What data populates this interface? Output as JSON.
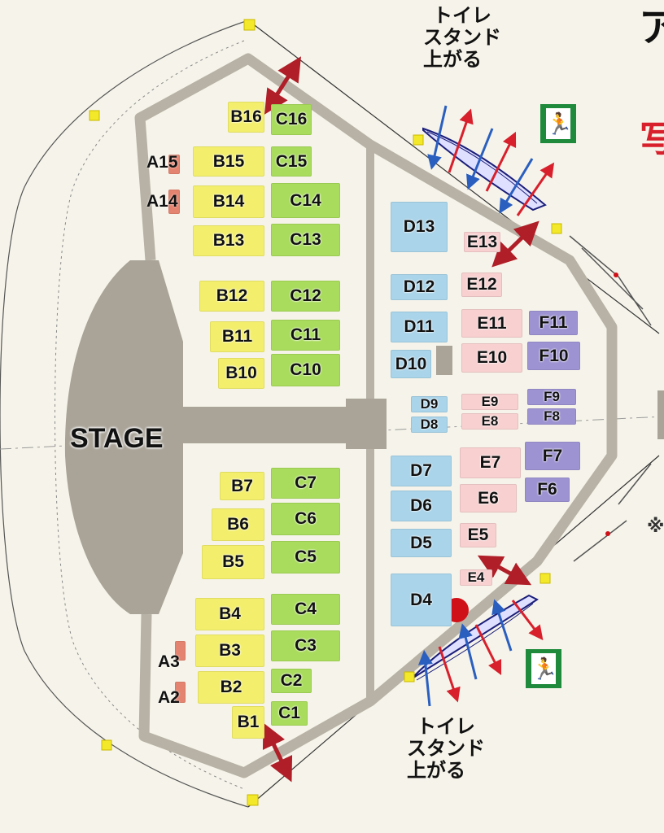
{
  "stage": {
    "label": "STAGE"
  },
  "signs": {
    "top": {
      "line1": "トイレ",
      "line2": "スタンド",
      "line3": "上がる"
    },
    "bottom": {
      "line1": "トイレ",
      "line2": "スタンド",
      "line3": "上がる"
    }
  },
  "edge_text": {
    "top_right": "ア",
    "red_char": "写",
    "note_mark": "※"
  },
  "icons": [
    "exit-sign-icon",
    "double-arrow-icon",
    "up-arrow-icon",
    "down-arrow-icon",
    "marker-square-icon",
    "red-dot-icon"
  ],
  "colors": {
    "A": "#e48470",
    "B": "#f3ef6c",
    "C": "#a9dc5c",
    "D": "#a9d4ea",
    "E": "#f8d0d0",
    "F": "#9d93d2",
    "wall": "#b8b2a6",
    "exit": "#1f8a3c",
    "arrow_red": "#d8202c",
    "arrow_blue": "#2a5fc0",
    "marker": "#f3e92a"
  },
  "sections": [
    {
      "label": "A15",
      "block": "A"
    },
    {
      "label": "A14",
      "block": "A"
    },
    {
      "label": "A3",
      "block": "A"
    },
    {
      "label": "A2",
      "block": "A"
    },
    {
      "label": "B16",
      "block": "B"
    },
    {
      "label": "B15",
      "block": "B"
    },
    {
      "label": "B14",
      "block": "B"
    },
    {
      "label": "B13",
      "block": "B"
    },
    {
      "label": "B12",
      "block": "B"
    },
    {
      "label": "B11",
      "block": "B"
    },
    {
      "label": "B10",
      "block": "B"
    },
    {
      "label": "B7",
      "block": "B"
    },
    {
      "label": "B6",
      "block": "B"
    },
    {
      "label": "B5",
      "block": "B"
    },
    {
      "label": "B4",
      "block": "B"
    },
    {
      "label": "B3",
      "block": "B"
    },
    {
      "label": "B2",
      "block": "B"
    },
    {
      "label": "B1",
      "block": "B"
    },
    {
      "label": "C16",
      "block": "C"
    },
    {
      "label": "C15",
      "block": "C"
    },
    {
      "label": "C14",
      "block": "C"
    },
    {
      "label": "C13",
      "block": "C"
    },
    {
      "label": "C12",
      "block": "C"
    },
    {
      "label": "C11",
      "block": "C"
    },
    {
      "label": "C10",
      "block": "C"
    },
    {
      "label": "C7",
      "block": "C"
    },
    {
      "label": "C6",
      "block": "C"
    },
    {
      "label": "C5",
      "block": "C"
    },
    {
      "label": "C4",
      "block": "C"
    },
    {
      "label": "C3",
      "block": "C"
    },
    {
      "label": "C2",
      "block": "C"
    },
    {
      "label": "C1",
      "block": "C"
    },
    {
      "label": "D13",
      "block": "D"
    },
    {
      "label": "D12",
      "block": "D"
    },
    {
      "label": "D11",
      "block": "D"
    },
    {
      "label": "D10",
      "block": "D"
    },
    {
      "label": "D9",
      "block": "D"
    },
    {
      "label": "D8",
      "block": "D"
    },
    {
      "label": "D7",
      "block": "D"
    },
    {
      "label": "D6",
      "block": "D"
    },
    {
      "label": "D5",
      "block": "D"
    },
    {
      "label": "D4",
      "block": "D"
    },
    {
      "label": "E13",
      "block": "E"
    },
    {
      "label": "E12",
      "block": "E"
    },
    {
      "label": "E11",
      "block": "E"
    },
    {
      "label": "E10",
      "block": "E"
    },
    {
      "label": "E9",
      "block": "E"
    },
    {
      "label": "E8",
      "block": "E"
    },
    {
      "label": "E7",
      "block": "E"
    },
    {
      "label": "E6",
      "block": "E"
    },
    {
      "label": "E5",
      "block": "E"
    },
    {
      "label": "E4",
      "block": "E"
    },
    {
      "label": "F11",
      "block": "F"
    },
    {
      "label": "F10",
      "block": "F"
    },
    {
      "label": "F9",
      "block": "F"
    },
    {
      "label": "F8",
      "block": "F"
    },
    {
      "label": "F7",
      "block": "F"
    },
    {
      "label": "F6",
      "block": "F"
    }
  ]
}
